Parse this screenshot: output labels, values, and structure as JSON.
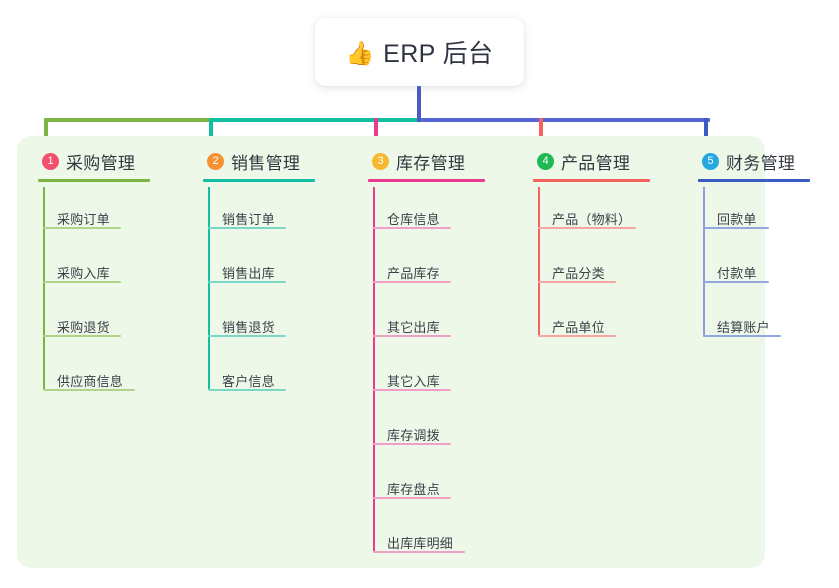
{
  "root": {
    "icon": "thumbs-up-icon",
    "icon_glyph": "👍",
    "title": "ERP 后台"
  },
  "diagram": {
    "type": "mindmap-tree",
    "orientation": "top-down",
    "panel_background": "#eef8e9",
    "root_connector_color": "#4a5cc4",
    "connector_bar": [
      {
        "name": "segment-green",
        "color": "#7cb342"
      },
      {
        "name": "segment-teal",
        "color": "#12bda0"
      },
      {
        "name": "segment-indigo",
        "color": "#5766d6"
      }
    ]
  },
  "columns": [
    {
      "index": "1",
      "title": "采购管理",
      "badge_color": "#f2516b",
      "line_color": "#7cb342",
      "leaf_line_color": "#aed389",
      "stem_color": "#7cb342",
      "head_rule_width": 112,
      "items": [
        {
          "label": "采购订单",
          "rule_width": 78
        },
        {
          "label": "采购入库",
          "rule_width": 78
        },
        {
          "label": "采购退货",
          "rule_width": 78
        },
        {
          "label": "供应商信息",
          "rule_width": 92
        }
      ]
    },
    {
      "index": "2",
      "title": "销售管理",
      "badge_color": "#f59133",
      "line_color": "#12bda0",
      "leaf_line_color": "#7cd6c6",
      "stem_color": "#12bda0",
      "head_rule_width": 112,
      "items": [
        {
          "label": "销售订单",
          "rule_width": 78
        },
        {
          "label": "销售出库",
          "rule_width": 78
        },
        {
          "label": "销售退货",
          "rule_width": 78
        },
        {
          "label": "客户信息",
          "rule_width": 78
        }
      ]
    },
    {
      "index": "3",
      "title": "库存管理",
      "badge_color": "#f7b731",
      "line_color": "#ec3b8f",
      "leaf_line_color": "#f0a0c6",
      "stem_color": "#ec3b8f",
      "head_rule_width": 117,
      "items": [
        {
          "label": "仓库信息",
          "rule_width": 78
        },
        {
          "label": "产品库存",
          "rule_width": 78
        },
        {
          "label": "其它出库",
          "rule_width": 78
        },
        {
          "label": "其它入库",
          "rule_width": 78
        },
        {
          "label": "库存调拨",
          "rule_width": 78
        },
        {
          "label": "库存盘点",
          "rule_width": 78
        },
        {
          "label": "出库库明细",
          "rule_width": 92
        }
      ]
    },
    {
      "index": "4",
      "title": "产品管理",
      "badge_color": "#1dba54",
      "line_color": "#f4635e",
      "leaf_line_color": "#f5a6a2",
      "stem_color": "#f4635e",
      "head_rule_width": 117,
      "items": [
        {
          "label": "产品（物料）",
          "rule_width": 98
        },
        {
          "label": "产品分类",
          "rule_width": 78
        },
        {
          "label": "产品单位",
          "rule_width": 78
        }
      ]
    },
    {
      "index": "5",
      "title": "财务管理",
      "badge_color": "#24a8e0",
      "line_color": "#3b5bc4",
      "leaf_line_color": "#93a7e0",
      "stem_color": "#8b9fe0",
      "head_rule_width": 112,
      "items": [
        {
          "label": "回款单",
          "rule_width": 66
        },
        {
          "label": "付款单",
          "rule_width": 66
        },
        {
          "label": "结算账户",
          "rule_width": 78
        }
      ]
    }
  ]
}
